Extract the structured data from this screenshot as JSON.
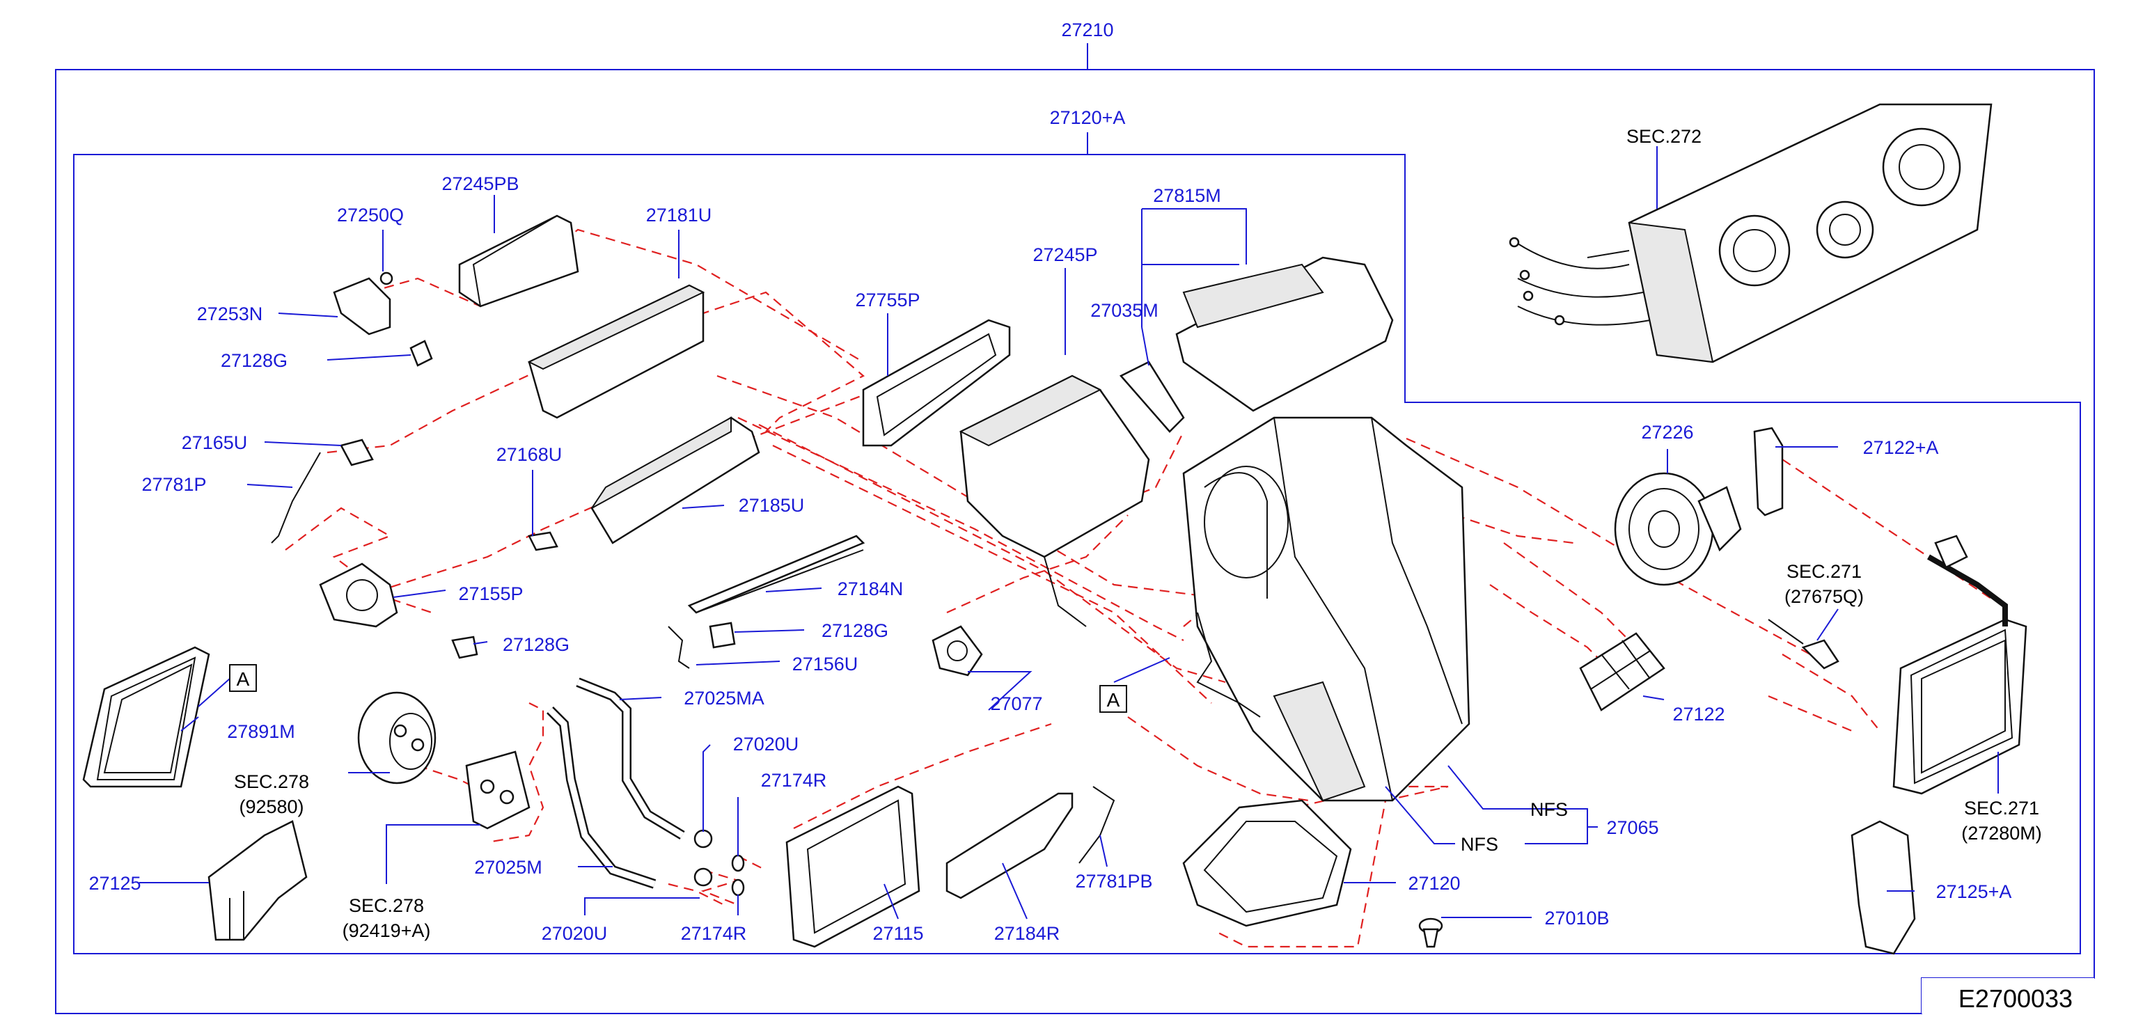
{
  "diagram_id": "E2700033",
  "labels": {
    "l27210": "27210",
    "l27120A": "27120+A",
    "sec272": "SEC.272",
    "l27245PB": "27245PB",
    "l27181U": "27181U",
    "l27250Q": "27250Q",
    "l27253N": "27253N",
    "l27128G_a": "27128G",
    "l27165U": "27165U",
    "l27781P": "27781P",
    "l27168U": "27168U",
    "l27185U": "27185U",
    "l27155P": "27155P",
    "l27184N": "27184N",
    "l27128G_b": "27128G",
    "l27128G_c": "27128G",
    "l27156U": "27156U",
    "l27815M": "27815M",
    "l27245P": "27245P",
    "l27755P": "27755P",
    "l27035M": "27035M",
    "l27226": "27226",
    "l27122A": "27122+A",
    "sec271a": "SEC.271",
    "sec271a_sub": "(27675Q)",
    "l27122": "27122",
    "sec271b": "SEC.271",
    "sec271b_sub": "(27280M)",
    "l27125A": "27125+A",
    "l27891M": "27891M",
    "calloutA_1": "A",
    "calloutA_2": "A",
    "sec278a": "SEC.278",
    "sec278a_sub": "(92580)",
    "l27125": "27125",
    "sec278b": "SEC.278",
    "sec278b_sub": "(92419+A)",
    "l27025MA": "27025MA",
    "l27025M": "27025M",
    "l27020U_a": "27020U",
    "l27174R_a": "27174R",
    "l27020U_b": "27020U",
    "l27174R_b": "27174R",
    "l27077": "27077",
    "l27115": "27115",
    "l27184R": "27184R",
    "l27781PB": "27781PB",
    "nfs_a": "NFS",
    "nfs_b": "NFS",
    "l27065": "27065",
    "l27120": "27120",
    "l27010B": "27010B"
  },
  "colors": {
    "part_number": "#1a1ad6",
    "frame": "#1a1ad6",
    "leader": "#1a1ad6",
    "dashed_guide": "#e02020",
    "drawing_ink": "#111111",
    "reference_text": "#000000"
  }
}
